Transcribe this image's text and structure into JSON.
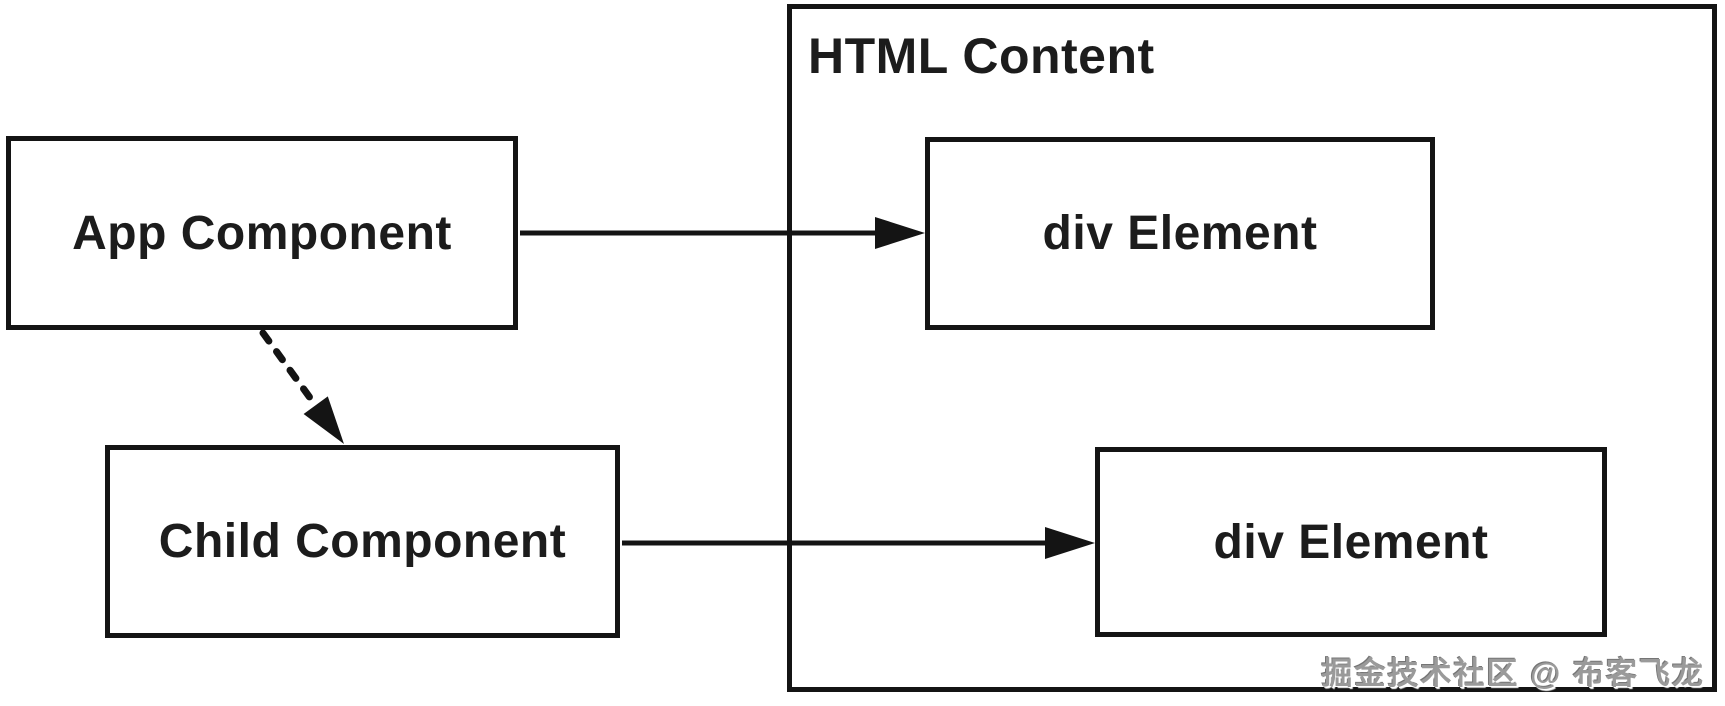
{
  "diagram": {
    "container": {
      "label": "HTML Content"
    },
    "nodes": [
      {
        "id": "app-component",
        "label": "App Component"
      },
      {
        "id": "child-component",
        "label": "Child Component"
      },
      {
        "id": "div-element-1",
        "label": "div Element"
      },
      {
        "id": "div-element-2",
        "label": "div Element"
      }
    ],
    "edges": [
      {
        "from": "app-component",
        "to": "div-element-1",
        "style": "solid"
      },
      {
        "from": "child-component",
        "to": "div-element-2",
        "style": "solid"
      },
      {
        "from": "app-component",
        "to": "child-component",
        "style": "dashed"
      }
    ],
    "colors": {
      "line": "#141414",
      "background": "#ffffff",
      "text": "#1c1c1c",
      "watermark": "#9a9a9a"
    }
  },
  "watermark": {
    "text": "掘金技术社区 @ 布客飞龙"
  }
}
